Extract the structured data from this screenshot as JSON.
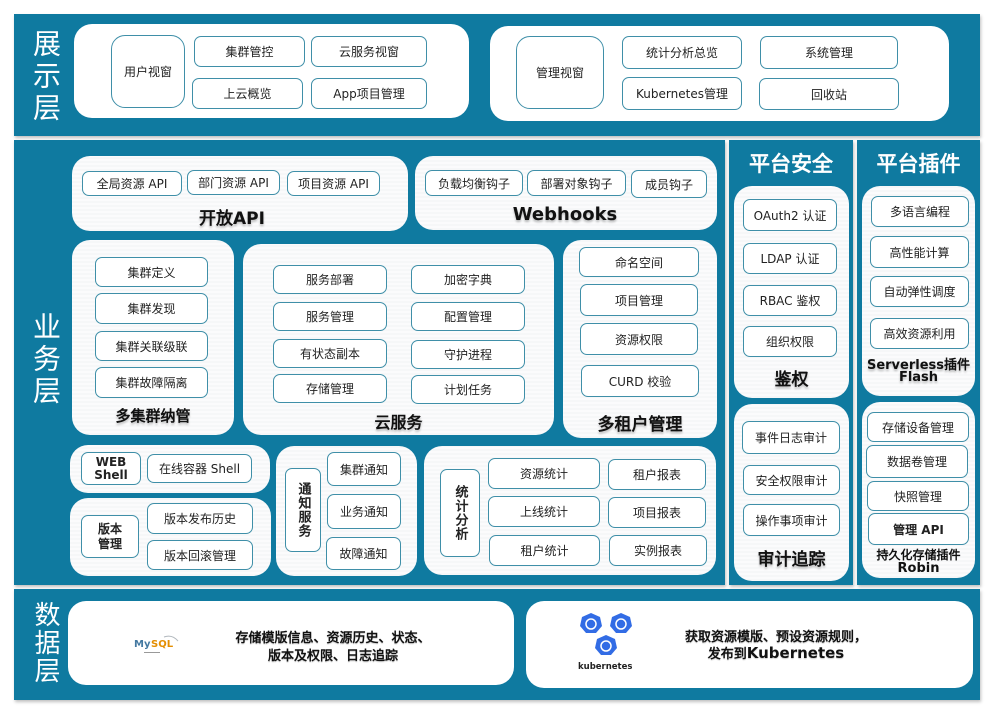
{
  "presentation_layer": {
    "label": "展示层",
    "user_view": {
      "label": "用户视窗",
      "items": [
        "集群管控",
        "云服务视窗",
        "上云概览",
        "App项目管理"
      ]
    },
    "admin_view": {
      "label": "管理视窗",
      "items": [
        "统计分析总览",
        "系统管理",
        "Kubernetes管理",
        "回收站"
      ]
    }
  },
  "business_layer": {
    "label": "业务层",
    "open_api": {
      "title": "开放API",
      "items": [
        "全局资源 API",
        "部门资源 API",
        "项目资源 API"
      ]
    },
    "webhooks": {
      "title": "Webhooks",
      "items": [
        "负载均衡钩子",
        "部署对象钩子",
        "成员钩子"
      ]
    },
    "multi_cluster": {
      "title": "多集群纳管",
      "items": [
        "集群定义",
        "集群发现",
        "集群关联级联",
        "集群故障隔离"
      ]
    },
    "cloud_service": {
      "title": "云服务",
      "items": [
        "服务部署",
        "加密字典",
        "服务管理",
        "配置管理",
        "有状态副本",
        "守护进程",
        "存储管理",
        "计划任务"
      ]
    },
    "multi_tenant": {
      "title": "多租户管理",
      "items": [
        "命名空间",
        "项目管理",
        "资源权限",
        "CURD 校验"
      ]
    },
    "web_shell": {
      "label": "WEB Shell",
      "items": [
        "在线容器 Shell"
      ]
    },
    "version_mgmt": {
      "label": "版本管理",
      "items": [
        "版本发布历史",
        "版本回滚管理"
      ]
    },
    "notification": {
      "label": "通知服务",
      "items": [
        "集群通知",
        "业务通知",
        "故障通知"
      ]
    },
    "statistics": {
      "label": "统计分析",
      "items": [
        "资源统计",
        "租户报表",
        "上线统计",
        "项目报表",
        "租户统计",
        "实例报表"
      ]
    }
  },
  "platform_security": {
    "title": "平台安全",
    "auth": {
      "title": "鉴权",
      "items": [
        "OAuth2 认证",
        "LDAP 认证",
        "RBAC 鉴权",
        "组织权限"
      ]
    },
    "audit": {
      "title": "审计追踪",
      "items": [
        "事件日志审计",
        "安全权限审计",
        "操作事项审计"
      ]
    }
  },
  "platform_plugins": {
    "title": "平台插件",
    "serverless": {
      "title_line1": "Serverless插件",
      "title_line2": "Flash",
      "items": [
        "多语言编程",
        "高性能计算",
        "自动弹性调度",
        "高效资源利用"
      ]
    },
    "storage": {
      "title_line1": "持久化存储插件",
      "title_line2": "Robin",
      "items": [
        "存储设备管理",
        "数据卷管理",
        "快照管理",
        "管理 API"
      ]
    }
  },
  "data_layer": {
    "label": "数据层",
    "mysql": {
      "logo_text": "MySQL",
      "line1": "存储模版信息、资源历史、状态、",
      "line2": "版本及权限、日志追踪"
    },
    "kubernetes": {
      "logo_text": "kubernetes",
      "line1": "获取资源模版、预设资源规则，",
      "line2_prefix": "发布到",
      "line2_bold": "Kubernetes"
    }
  },
  "colors": {
    "band": "#0f7aa0",
    "box_border": "#3f8fa8",
    "k8s_blue": "#326ce5",
    "mysql_blue": "#4479a1",
    "mysql_orange": "#e48e00"
  }
}
